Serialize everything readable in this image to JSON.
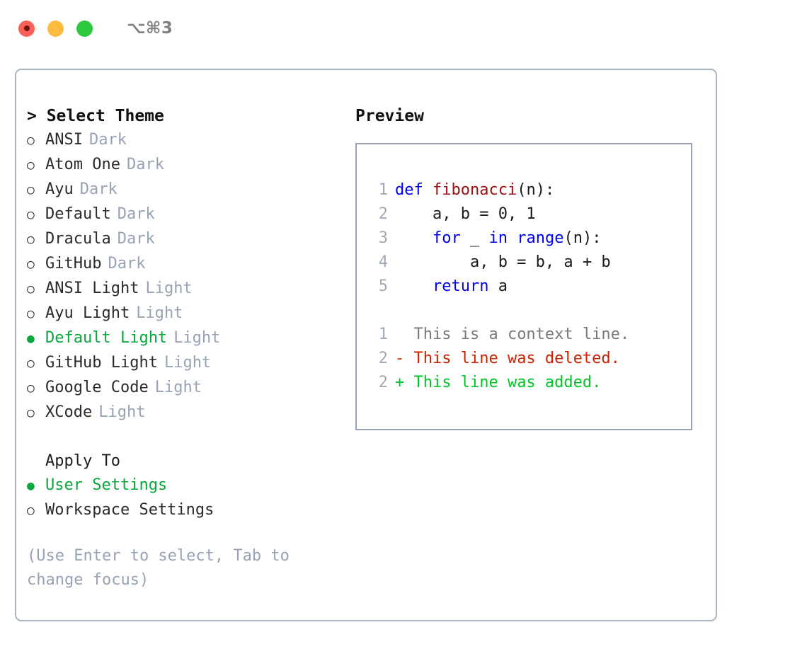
{
  "titlebar": {
    "shortcut": "⌥⌘3",
    "buttons": [
      {
        "name": "close",
        "color": "#fc6058"
      },
      {
        "name": "minimize",
        "color": "#fdbc40"
      },
      {
        "name": "zoom",
        "color": "#2bc840"
      }
    ]
  },
  "colors": {
    "selected_green": "#0aa83c",
    "muted": "#97a3b4",
    "border": "#a9b4c2",
    "keyword_blue": "#0000ee",
    "function_red": "#a01010",
    "diff_delete": "#cc2200",
    "diff_add": "#00c426"
  },
  "theme_panel": {
    "header_prefix": "> ",
    "header": "Select Theme",
    "items": [
      {
        "marker": "○",
        "label": "ANSI",
        "meta": "Dark",
        "selected": false
      },
      {
        "marker": "○",
        "label": "Atom One",
        "meta": "Dark",
        "selected": false
      },
      {
        "marker": "○",
        "label": "Ayu",
        "meta": "Dark",
        "selected": false
      },
      {
        "marker": "○",
        "label": "Default",
        "meta": "Dark",
        "selected": false
      },
      {
        "marker": "○",
        "label": "Dracula",
        "meta": "Dark",
        "selected": false
      },
      {
        "marker": "○",
        "label": "GitHub",
        "meta": "Dark",
        "selected": false
      },
      {
        "marker": "○",
        "label": "ANSI Light",
        "meta": "Light",
        "selected": false
      },
      {
        "marker": "○",
        "label": "Ayu Light",
        "meta": "Light",
        "selected": false
      },
      {
        "marker": "●",
        "label": "Default Light",
        "meta": "Light",
        "selected": true
      },
      {
        "marker": "○",
        "label": "GitHub Light",
        "meta": "Light",
        "selected": false
      },
      {
        "marker": "○",
        "label": "Google Code",
        "meta": "Light",
        "selected": false
      },
      {
        "marker": "○",
        "label": "XCode",
        "meta": "Light",
        "selected": false
      }
    ]
  },
  "apply_to": {
    "header": "Apply To",
    "items": [
      {
        "marker": "●",
        "label": "User Settings",
        "selected": true
      },
      {
        "marker": "○",
        "label": "Workspace Settings",
        "selected": false
      }
    ]
  },
  "hint": "(Use Enter to select, Tab to change focus)",
  "preview": {
    "title": "Preview",
    "code_lines": [
      {
        "lineno": "1",
        "tokens": [
          {
            "text": "def ",
            "type": "kw"
          },
          {
            "text": "fibonacci",
            "type": "fn"
          },
          {
            "text": "(n):",
            "type": "plain"
          }
        ]
      },
      {
        "lineno": "2",
        "tokens": [
          {
            "text": "    a, b = 0, 1",
            "type": "plain"
          }
        ]
      },
      {
        "lineno": "3",
        "tokens": [
          {
            "text": "    ",
            "type": "plain"
          },
          {
            "text": "for",
            "type": "kw"
          },
          {
            "text": " _ ",
            "type": "plain"
          },
          {
            "text": "in",
            "type": "kw"
          },
          {
            "text": " ",
            "type": "plain"
          },
          {
            "text": "range",
            "type": "kw"
          },
          {
            "text": "(n):",
            "type": "plain"
          }
        ]
      },
      {
        "lineno": "4",
        "tokens": [
          {
            "text": "        a, b = b, a + b",
            "type": "plain"
          }
        ]
      },
      {
        "lineno": "5",
        "tokens": [
          {
            "text": "    ",
            "type": "plain"
          },
          {
            "text": "return",
            "type": "kw"
          },
          {
            "text": " a",
            "type": "plain"
          }
        ]
      }
    ],
    "diff_lines": [
      {
        "lineno": "1",
        "sign": " ",
        "text": " This is a context line.",
        "type": "context"
      },
      {
        "lineno": "2",
        "sign": "-",
        "text": " This line was deleted.",
        "type": "delete"
      },
      {
        "lineno": "2",
        "sign": "+",
        "text": " This line was added.",
        "type": "add"
      }
    ]
  }
}
